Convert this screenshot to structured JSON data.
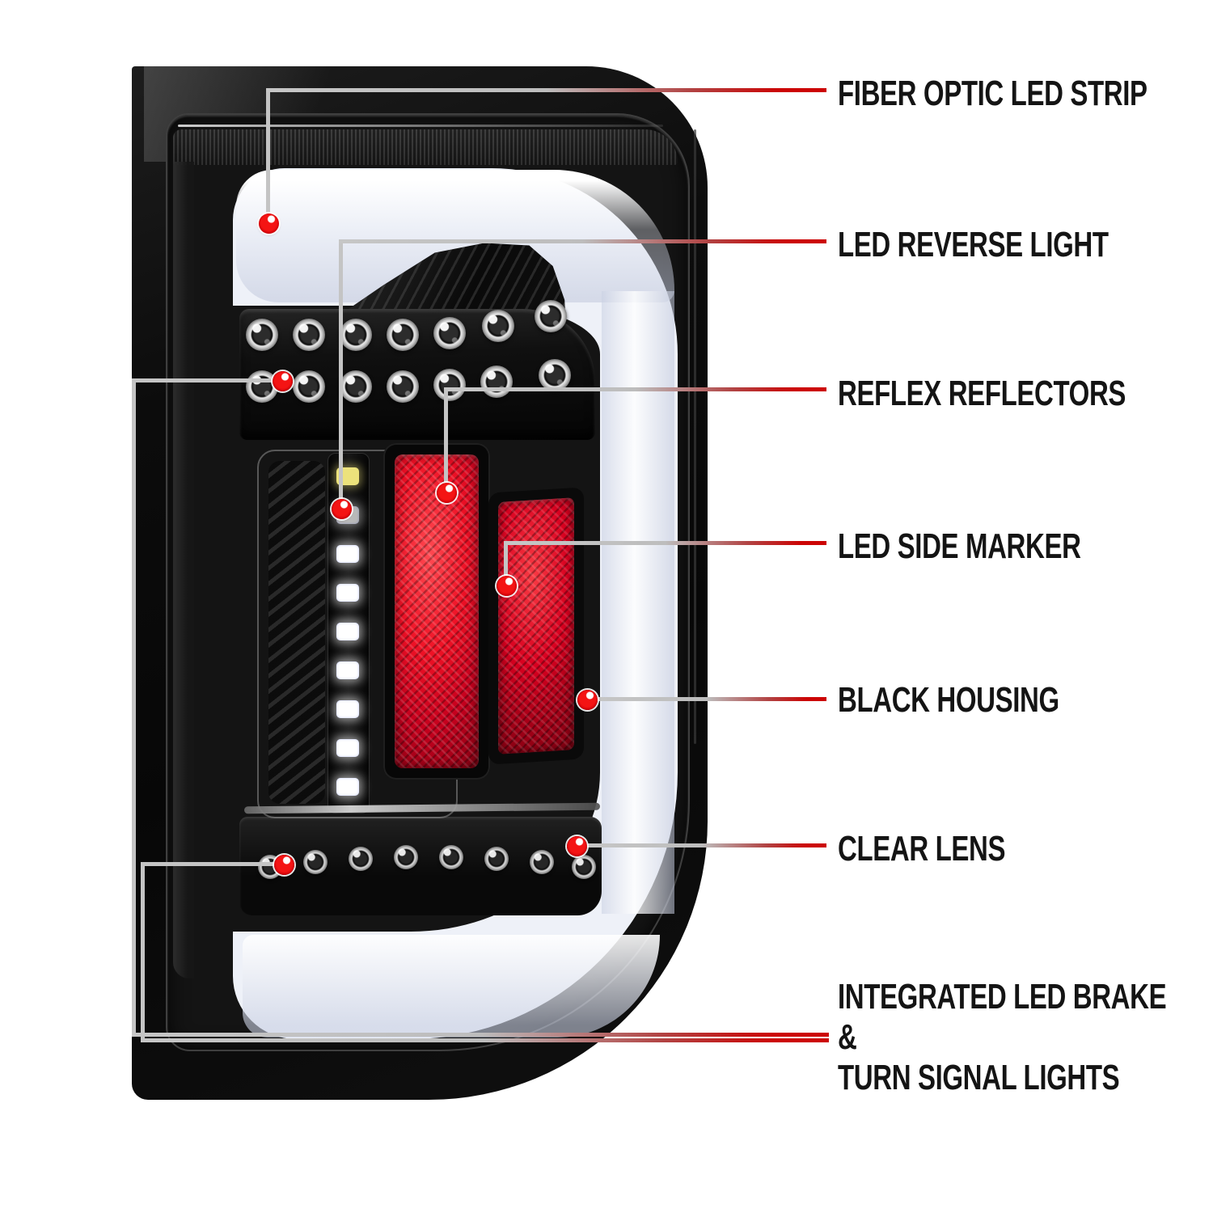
{
  "subject": "LED tail light feature diagram",
  "callouts": [
    {
      "id": "fiber-optic-led-strip",
      "label": "FIBER OPTIC LED STRIP"
    },
    {
      "id": "led-reverse-light",
      "label": "LED REVERSE LIGHT"
    },
    {
      "id": "reflex-reflectors",
      "label": "REFLEX REFLECTORS"
    },
    {
      "id": "led-side-marker",
      "label": "LED SIDE MARKER"
    },
    {
      "id": "black-housing",
      "label": "BLACK HOUSING"
    },
    {
      "id": "clear-lens",
      "label": "CLEAR LENS"
    },
    {
      "id": "integrated-led-brake-turn-signal",
      "lines": [
        "INTEGRATED LED BRAKE",
        "&",
        "TURN SIGNAL LIGHTS"
      ]
    }
  ],
  "colors": {
    "background": "#ffffff",
    "label_text": "#141414",
    "callout_line_gray": "#c4c4c4",
    "callout_line_red": "#cc0404",
    "marker_dot_red": "#f41414",
    "housing_black": "#0d0d0d",
    "light_bar_white": "#eef1f8",
    "reflector_red": "#ee1125"
  }
}
